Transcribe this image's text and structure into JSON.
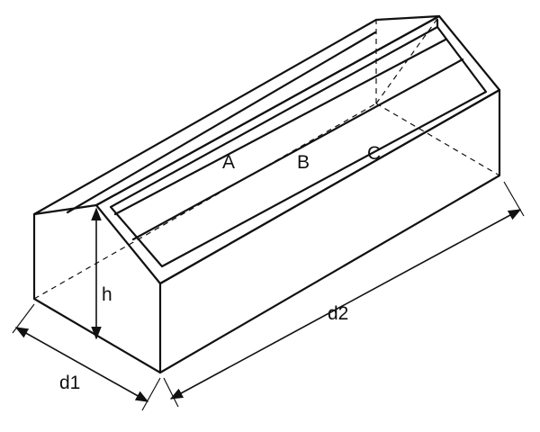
{
  "labels": {
    "point_a": "A",
    "point_b": "B",
    "point_c": "C",
    "height": "h",
    "width": "d1",
    "length": "d2"
  }
}
